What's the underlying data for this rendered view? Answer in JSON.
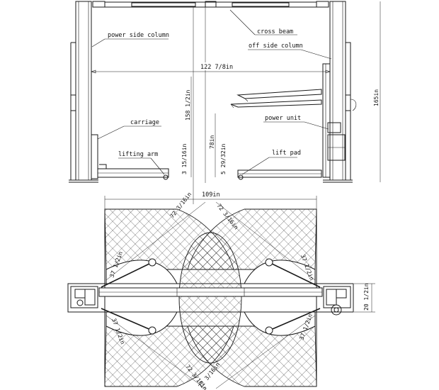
{
  "front_view": {
    "labels": {
      "power_side_column": "power side column",
      "cross_beam": "cross beam",
      "off_side_column": "off side column",
      "carriage": "carriage",
      "power_unit": "power unit",
      "lifting_arm": "lifting arm",
      "lift_pad": "lift pad"
    },
    "dimensions": {
      "width_between_columns": "122 7/8in",
      "max_lift_height": "158 1/2in",
      "overall_height": "165in",
      "lift_height_78": "78in",
      "min_pad_height_left": "3 15/16in",
      "min_pad_height_right": "5 29/32in"
    }
  },
  "top_view": {
    "dimensions": {
      "overall_width": "109in",
      "arm_reach_top_left": "72 3/16in",
      "arm_reach_top_right": "72 3/16in",
      "arm_reach_bottom_left": "72 3/16in",
      "arm_reach_bottom_right": "72 3/16in",
      "arm_min_top_left": "37 1/2in",
      "arm_min_top_right": "37 1/2in",
      "arm_min_bottom_left": "37 1/2in",
      "arm_min_bottom_right": "37 1/2in",
      "column_depth": "20 1/2in"
    }
  }
}
